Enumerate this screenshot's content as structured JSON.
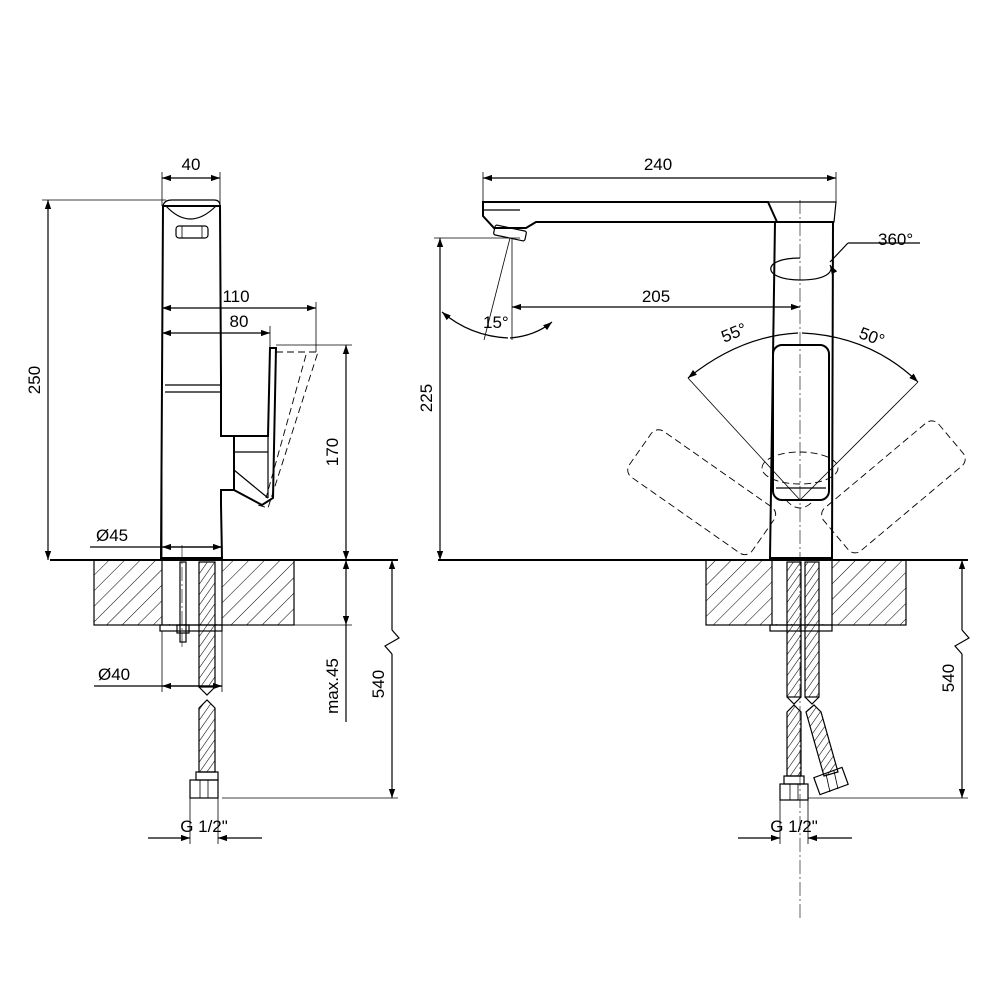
{
  "side_view": {
    "dim_40": "40",
    "dim_250": "250",
    "dim_110": "110",
    "dim_80": "80",
    "dim_170": "170",
    "dim_d45": "Ø45",
    "dim_d40": "Ø40",
    "dim_max45": "max.45",
    "dim_540": "540",
    "dim_thread": "G 1/2\""
  },
  "front_view": {
    "dim_240": "240",
    "dim_360deg": "360°",
    "dim_225": "225",
    "dim_205": "205",
    "dim_15deg": "15°",
    "dim_55deg": "55°",
    "dim_50deg": "50°",
    "dim_540": "540",
    "dim_thread": "G 1/2\""
  }
}
